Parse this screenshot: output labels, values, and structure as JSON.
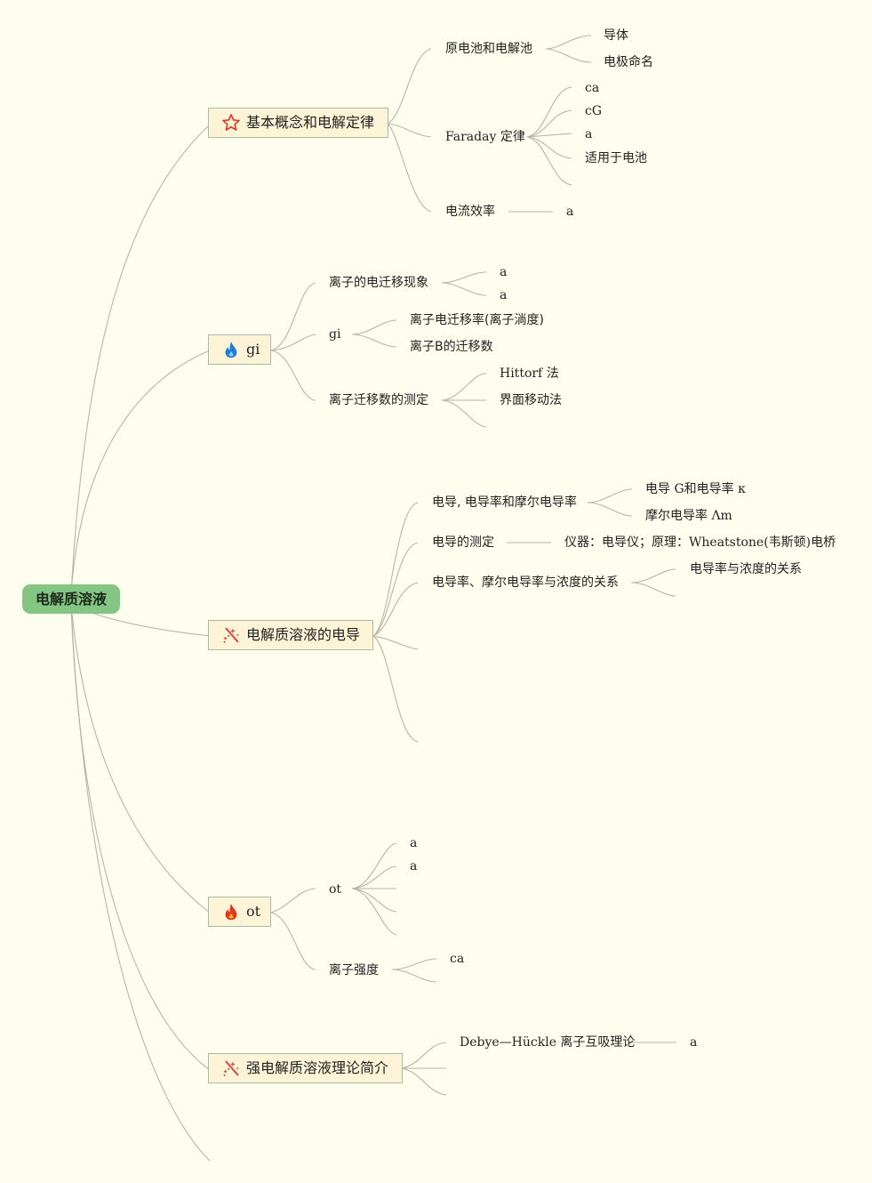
{
  "root": {
    "label": "电解质溶液"
  },
  "branches": [
    {
      "label": "基本概念和电解定律",
      "icon": "star-icon",
      "children": [
        {
          "label": "原电池和电解池",
          "children": [
            "导体",
            "电极命名"
          ]
        },
        {
          "label": "Faraday 定律",
          "children": [
            "ca",
            "cG",
            "a",
            "适用于电池"
          ]
        },
        {
          "label": "电流效率",
          "children": [
            "a"
          ]
        }
      ]
    },
    {
      "label": "gi",
      "icon": "flame-blue-icon",
      "children": [
        {
          "label": "离子的电迁移现象",
          "children": [
            "a",
            "a"
          ]
        },
        {
          "label": "gi",
          "children": [
            "离子电迁移率(离子淌度)",
            "离子B的迁移数"
          ]
        },
        {
          "label": "离子迁移数的测定",
          "children": [
            "Hittorf 法",
            "界面移动法"
          ]
        }
      ]
    },
    {
      "label": "电解质溶液的电导",
      "icon": "sparkle-icon",
      "children": [
        {
          "label": "电导, 电导率和摩尔电导率",
          "children": [
            "电导 G和电导率 κ",
            "摩尔电导率 Λm"
          ]
        },
        {
          "label": "电导的测定",
          "children": [
            "仪器：电导仪；原理：Wheatstone(韦斯顿)电桥"
          ]
        },
        {
          "label": "电导率、摩尔电导率与浓度的关系",
          "children": [
            "电导率与浓度的关系"
          ]
        }
      ]
    },
    {
      "label": "ot",
      "icon": "flame-red-icon",
      "children": [
        {
          "label": "ot",
          "children": [
            "a",
            "a"
          ]
        },
        {
          "label": "离子强度",
          "children": [
            "ca"
          ]
        }
      ]
    },
    {
      "label": "强电解质溶液理论简介",
      "icon": "sparkle-icon",
      "children": [
        {
          "label": "Debye—Hückle 离子互吸理论",
          "children": [
            "a"
          ]
        }
      ]
    }
  ],
  "colors": {
    "background": "#fefdee",
    "root": "#84c583",
    "branch_fill": "#fdf3d7",
    "branch_border": "#aabba4",
    "link": "#b9b5a2"
  }
}
